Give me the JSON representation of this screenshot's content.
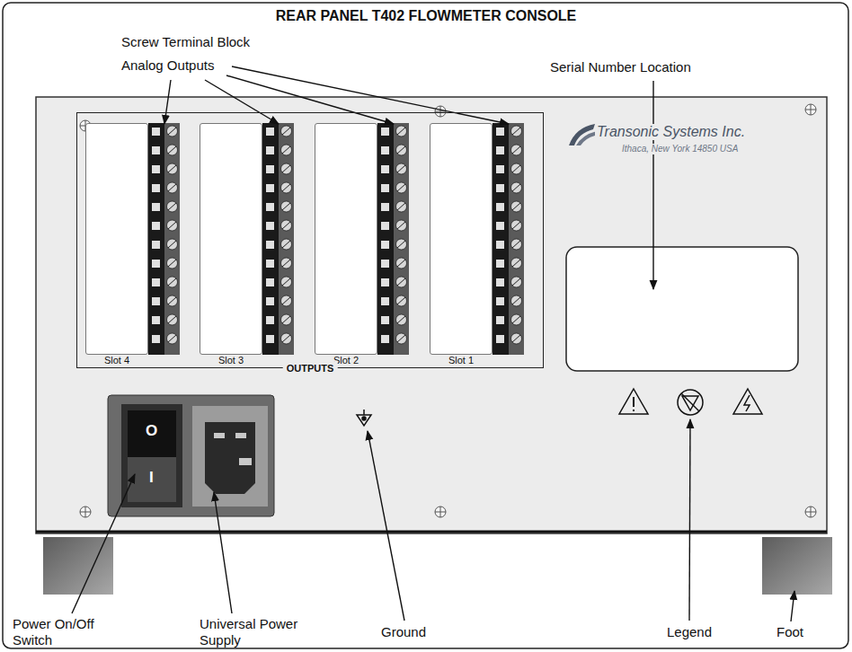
{
  "diagram": {
    "title": "REAR PANEL T402 FLOWMETER CONSOLE",
    "nodes": [
      {
        "text": [
          "OUTPUTS"
        ]
      },
      {
        "text": [
          "Slot 4"
        ],
        "in": 0
      },
      {
        "text": [
          "Slot 3"
        ],
        "in": 0
      },
      {
        "text": [
          "Slot 2"
        ],
        "in": 0
      },
      {
        "text": [
          "Slot 1"
        ],
        "in": 0
      }
    ],
    "labels": [
      "Screw Terminal Block",
      "Analog Outputs",
      "Serial Number Location",
      "Transonic Systems Inc.",
      "Ithaca, New York 14850 USA",
      "O",
      "I",
      "Power On/Off Switch",
      "Universal Power Supply",
      "Ground",
      "Legend",
      "Foot"
    ]
  }
}
